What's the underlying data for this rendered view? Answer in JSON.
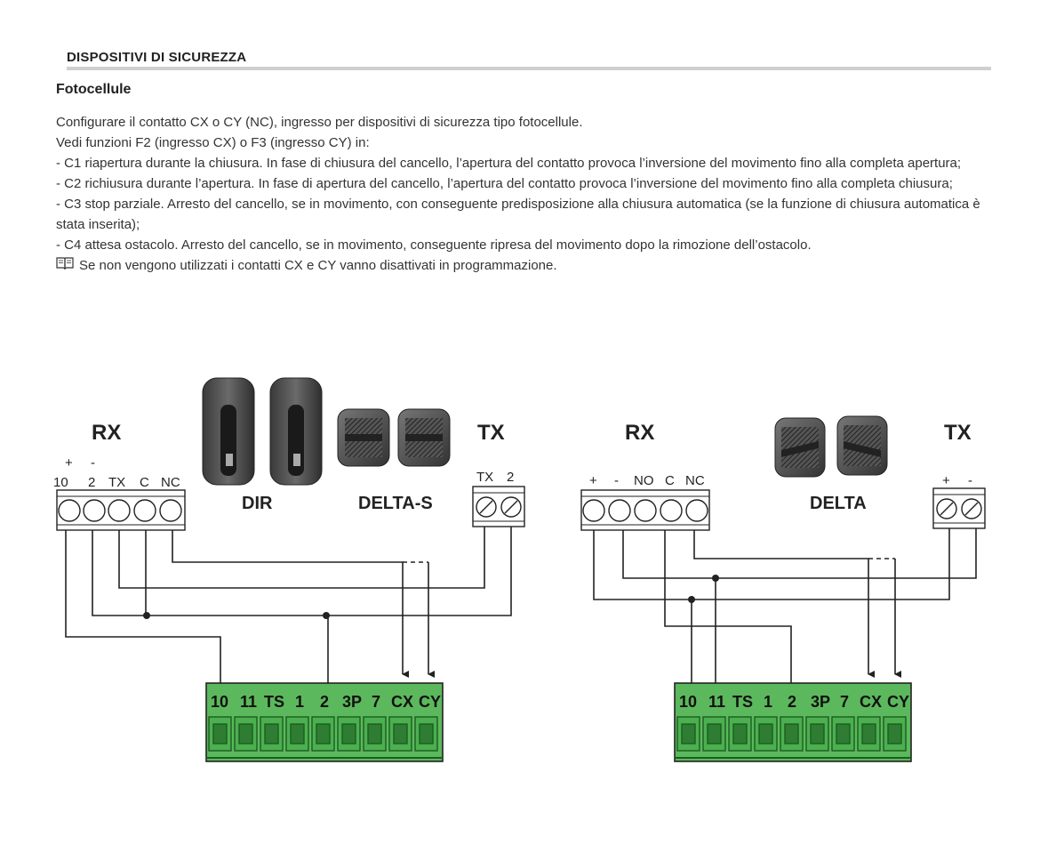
{
  "header": {
    "section_title": "DISPOSITIVI DI SICUREZZA",
    "subtitle": "Fotocellule"
  },
  "text": {
    "line1": "Configurare il contatto CX o CY (NC), ingresso per dispositivi di sicurezza tipo fotocellule.",
    "line2": "Vedi funzioni F2 (ingresso CX) o F3 (ingresso CY) in:",
    "line3": "- C1 riapertura durante la chiusura. In fase di chiusura del cancello, l’apertura del contatto provoca l’inversione del movimento fino alla completa apertura;",
    "line4": "- C2 richiusura durante l’apertura. In fase di apertura del cancello, l’apertura del contatto provoca l’inversione del movimento fino alla completa chiusura;",
    "line5": "- C3 stop parziale. Arresto del cancello, se in movimento, con conseguente predisposizione alla chiusura automatica (se la funzione di chiusura automatica è stata inserita);",
    "line6": "- C4 attesa ostacolo. Arresto del cancello, se in movimento, conseguente ripresa del movimento dopo la rimozione dell’ostacolo.",
    "note": "Se non vengono utilizzati i contatti CX e CY vanno disattivati in programmazione.",
    "note_icon": "book-icon"
  },
  "diagram_left": {
    "rx_label": "RX",
    "tx_label": "TX",
    "device1": "DIR",
    "device2": "DELTA-S",
    "rx_polarity": [
      "+",
      "-"
    ],
    "rx_terminals": [
      "10",
      "2",
      "TX",
      "C",
      "NC"
    ],
    "tx_terminals": [
      "TX",
      "2"
    ],
    "board_terminals": [
      "10",
      "11",
      "TS",
      "1",
      "2",
      "3P",
      "7",
      "CX",
      "CY"
    ]
  },
  "diagram_right": {
    "rx_label": "RX",
    "tx_label": "TX",
    "device": "DELTA",
    "rx_terminals": [
      "+",
      "-",
      "NO",
      "C",
      "NC"
    ],
    "tx_terminals": [
      "+",
      "-"
    ],
    "board_terminals": [
      "10",
      "11",
      "TS",
      "1",
      "2",
      "3P",
      "7",
      "CX",
      "CY"
    ]
  },
  "colors": {
    "board_green": "#5cb85c",
    "board_dark": "#2e7d32",
    "rule_gray": "#cfcfcf"
  }
}
